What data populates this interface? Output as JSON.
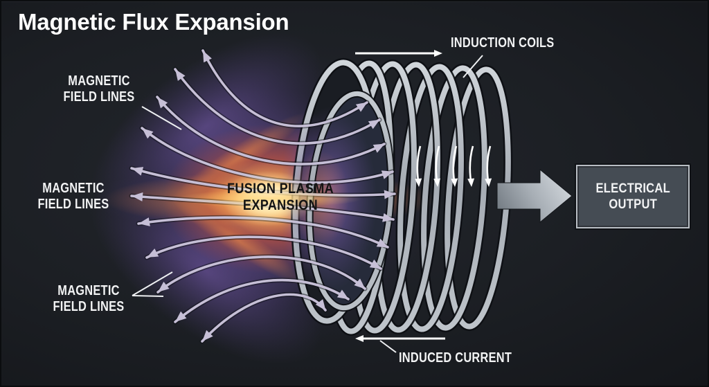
{
  "title": "Magnetic Flux Expansion",
  "labels": {
    "magnetic_top": {
      "line1": "MAGNETIC",
      "line2": "FIELD LINES"
    },
    "magnetic_middle": {
      "line1": "MAGNETIC",
      "line2": "FIELD LINES"
    },
    "magnetic_bottom": {
      "line1": "MAGNETIC",
      "line2": "FIELD LINES"
    },
    "plasma": {
      "line1": "FUSION PLASMA",
      "line2": "EXPANSION"
    },
    "induction_coils": "INDUCTION COILS",
    "induced_current": "INDUCED CURRENT",
    "electrical_output": {
      "line1": "ELECTRICAL",
      "line2": "OUTPUT"
    }
  },
  "arrows": {
    "winding_direction": "right",
    "induced_current_direction": "left",
    "coil_current_direction": "down",
    "output_direction": "right",
    "coil_current_arrow_count": 5,
    "coil_ring_count": 7,
    "field_line_arrow_count_left": 11,
    "field_line_arrow_count_right": 11
  },
  "colors": {
    "background": "#1c1f24",
    "title_text": "#ffffff",
    "label_text": "#f2f3f4",
    "plasma_text": "#141414",
    "plasma_core": "#fff8e0",
    "plasma_yellow": "#ffd470",
    "plasma_orange": "#f07c34",
    "plasma_purple": "#7a5cb0",
    "field_line": "#c6bfd6",
    "coil_tube": "#b6bdc5",
    "annotation_arrow": "#ffffff",
    "output_arrow": "#aab1b9",
    "output_box_fill": "#454c54",
    "output_box_border": "#b9bec4"
  }
}
